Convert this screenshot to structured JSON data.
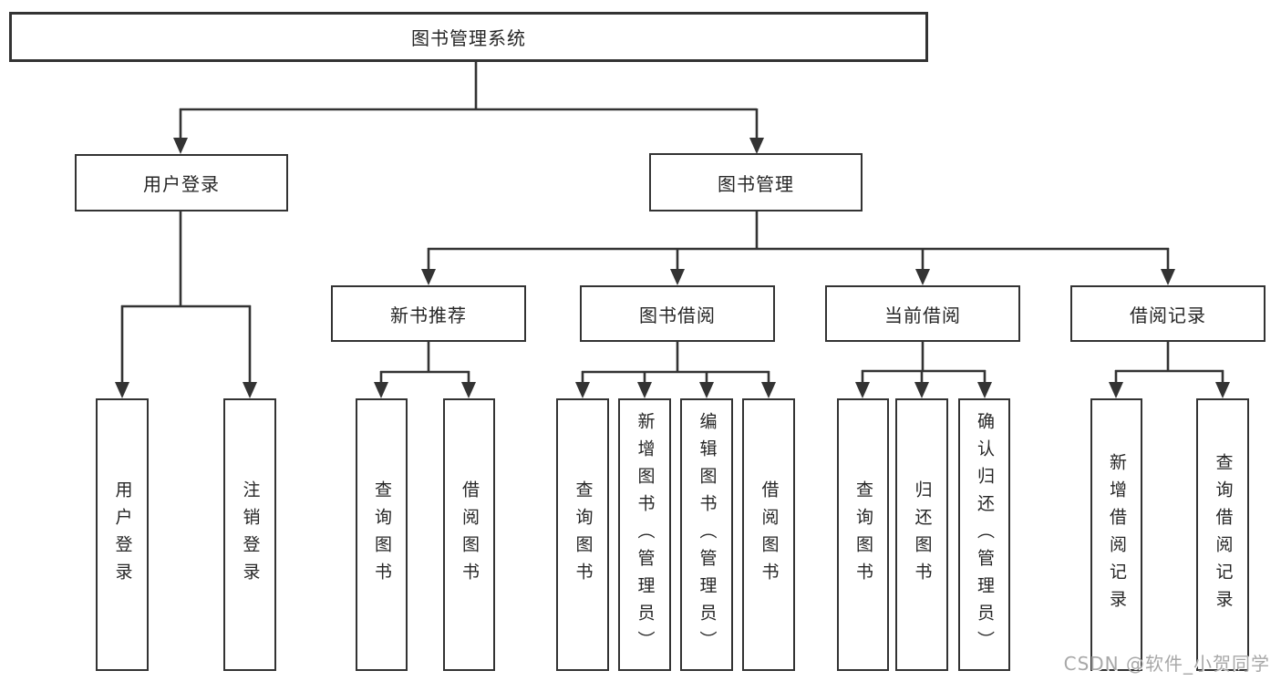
{
  "colors": {
    "line": "#333333",
    "text": "#262626",
    "background": "#ffffff",
    "watermark": "#a8a8a8"
  },
  "watermark": {
    "text": "CSDN @软件_小贺同学"
  },
  "tree": {
    "root": {
      "label": "图书管理系统"
    },
    "children": [
      {
        "label": "用户登录",
        "children": [
          {
            "label": "用户登录"
          },
          {
            "label": "注销登录"
          }
        ]
      },
      {
        "label": "图书管理",
        "children": [
          {
            "label": "新书推荐",
            "children": [
              {
                "label": "查询图书"
              },
              {
                "label": "借阅图书"
              }
            ]
          },
          {
            "label": "图书借阅",
            "children": [
              {
                "label": "查询图书"
              },
              {
                "label": "新增图书（管理员）"
              },
              {
                "label": "编辑图书（管理员）"
              },
              {
                "label": "借阅图书"
              }
            ]
          },
          {
            "label": "当前借阅",
            "children": [
              {
                "label": "查询图书"
              },
              {
                "label": "归还图书"
              },
              {
                "label": "确认归还（管理员）"
              }
            ]
          },
          {
            "label": "借阅记录",
            "children": [
              {
                "label": "新增借阅记录"
              },
              {
                "label": "查询借阅记录"
              }
            ]
          }
        ]
      }
    ]
  }
}
